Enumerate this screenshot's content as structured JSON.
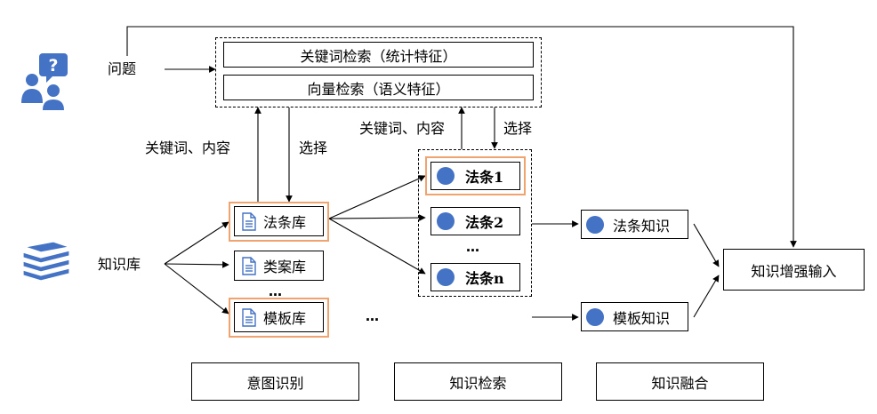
{
  "nodes": {
    "question": "问题",
    "kb": "知识库",
    "search_keyword": "关键词检索（统计特征）",
    "search_vector": "向量检索（语义特征）",
    "lib_law": "法条库",
    "lib_case": "类案库",
    "lib_template": "模板库",
    "law1": "法条1",
    "law2": "法条2",
    "lawn": "法条n",
    "law_knowledge": "法条知识",
    "template_knowledge": "模板知识",
    "enhanced_input": "知识增强输入"
  },
  "edge_labels": {
    "kw_content_left": "关键词、内容",
    "select_left": "选择",
    "kw_content_right": "关键词、内容",
    "select_right": "选择"
  },
  "ellipses": {
    "lib": "…",
    "law": "…",
    "mid": "…"
  },
  "stages": [
    "意图识别",
    "知识检索",
    "知识融合"
  ],
  "colors": {
    "accent_blue": "#4472c4",
    "highlight_orange": "#f0a36e",
    "line": "#000000"
  },
  "icons": {
    "user": "question-user-icon",
    "books": "books-icon",
    "doc": "document-icon"
  }
}
